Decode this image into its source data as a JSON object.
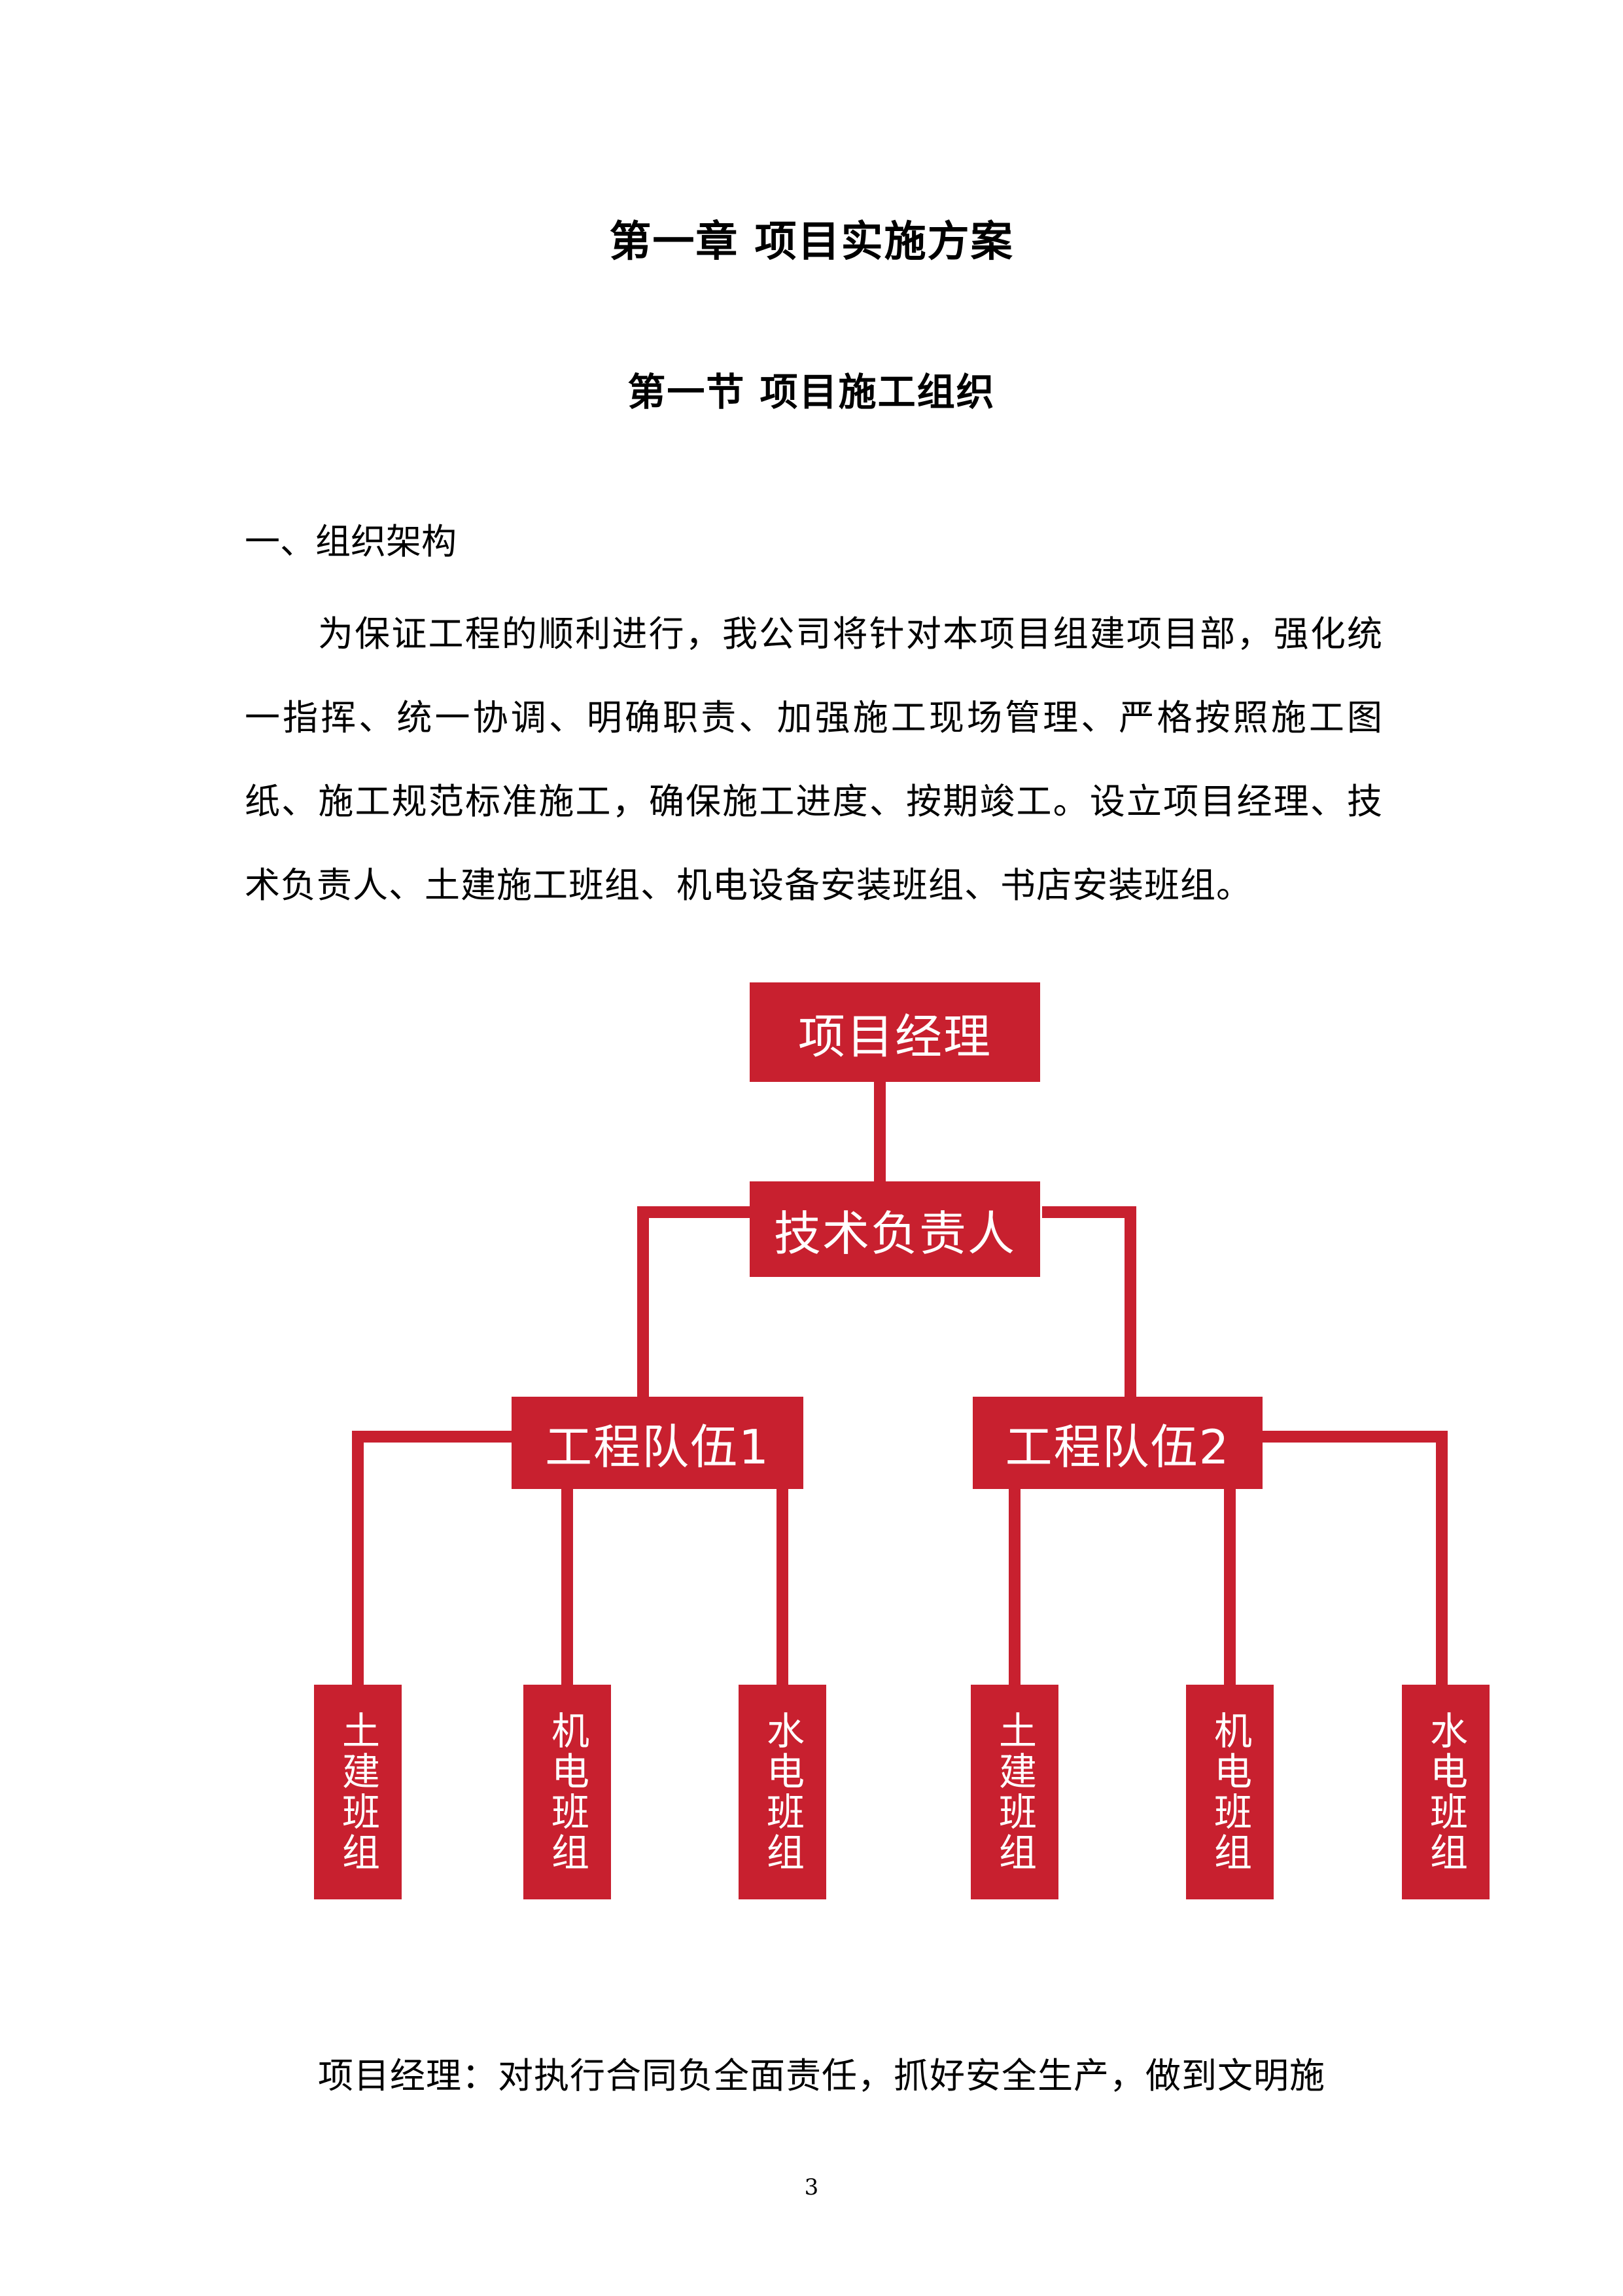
{
  "chapter_title": "第一章  项目实施方案",
  "section_title": "第一节  项目施工组织",
  "sub_heading": "一、组织架构",
  "body_paragraph": "为保证工程的顺利进行，我公司将针对本项目组建项目部，强化统一指挥、统一协调、明确职责、加强施工现场管理、严格按照施工图纸、施工规范标准施工，确保施工进度、按期竣工。设立项目经理、技术负责人、土建施工班组、机电设备安装班组、书店安装班组。",
  "org_chart": {
    "accent_color": "#c8202f",
    "top": "项目经理",
    "second": "技术负责人",
    "teams": [
      {
        "label": "工程队伍1",
        "groups": [
          "土建班组",
          "机电班组",
          "水电班组"
        ]
      },
      {
        "label": "工程队伍2",
        "groups": [
          "土建班组",
          "机电班组",
          "水电班组"
        ]
      }
    ]
  },
  "duty_paragraph": "项目经理：对执行合同负全面责任，抓好安全生产，做到文明施",
  "page_number": "3"
}
